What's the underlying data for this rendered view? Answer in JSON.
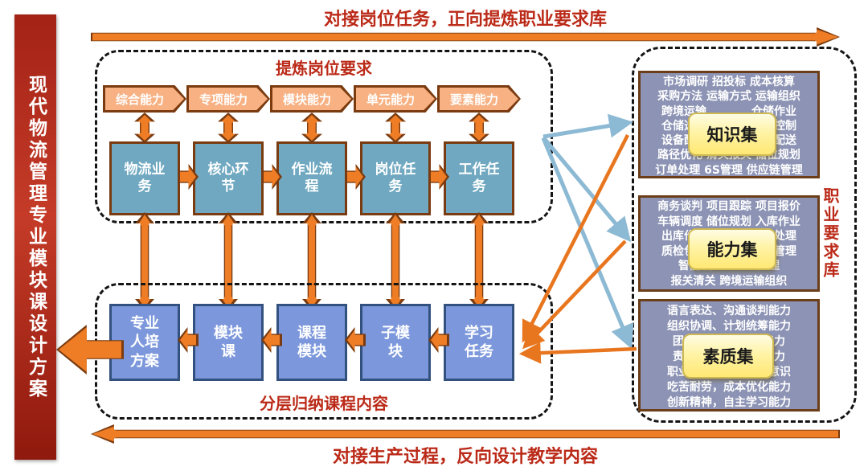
{
  "sidebar": {
    "title": "现代物流管理专业模块课设计方案"
  },
  "banners": {
    "top": "对接岗位任务，正向提炼职业要求库",
    "bottom": "对接生产过程，反向设计教学内容"
  },
  "extract_section": {
    "title": "提炼岗位要求",
    "chevrons": [
      "综合能力",
      "专项能力",
      "模块能力",
      "单元能力",
      "要素能力"
    ],
    "boxes": [
      "物流业务",
      "核心环节",
      "作业流程",
      "岗位任务",
      "工作任务"
    ]
  },
  "course_section": {
    "title": "分层归纳课程内容",
    "boxes": [
      "专业人培方案",
      "模块课",
      "课程模块",
      "子模块",
      "学习任务"
    ]
  },
  "requirement_library": {
    "title": "职业要求库",
    "groups": [
      {
        "label": "知识集",
        "lines": [
          "市场调研 招投标 成本核算",
          "采购方法 运输方式 运输组织",
          "跨境运输　　　　仓储作业",
          "仓储选址　　　　库存控制",
          "设备配置　　　　门店配送",
          "路径优化 清关报关 储位规划",
          "订单处理 6S管理 供应链管理"
        ]
      },
      {
        "label": "能力集",
        "lines": [
          "商务谈判 项目跟踪 项目报价",
          "车辆调度 储位规划 入库作业",
          "出库作业　　　　订单处理",
          "质检包装　　　　退货管理",
          "智能设　　　　处理",
          "报关清关 跨境运输组织"
        ]
      },
      {
        "label": "素质集",
        "lines": [
          "语言表达、沟通谈判能力",
          "组织协调、计划统筹能力",
          "团队合　　　　　能力",
          "责任意　　　　　能力",
          "职业素养，客服服务意识",
          "吃苦耐劳，成本优化能力",
          "创新精神，自主学习能力"
        ]
      }
    ]
  },
  "colors": {
    "sidebar_red": "#a32216",
    "title_red": "#bb2a18",
    "arrow_orange": "#ee7d25",
    "chevron_fill": "#f7b183",
    "brown_border": "#7a3b10",
    "job_box_blue": "#6fa8c0",
    "course_box_purple": "#7c97db",
    "course_box_border": "#33517e",
    "info_box_fill": "#8c93b4",
    "info_box_border": "#6b3d19",
    "label_yellow": "#ffe873",
    "connector_blue": "#8cb9d3",
    "connector_orange": "#e8761f"
  }
}
